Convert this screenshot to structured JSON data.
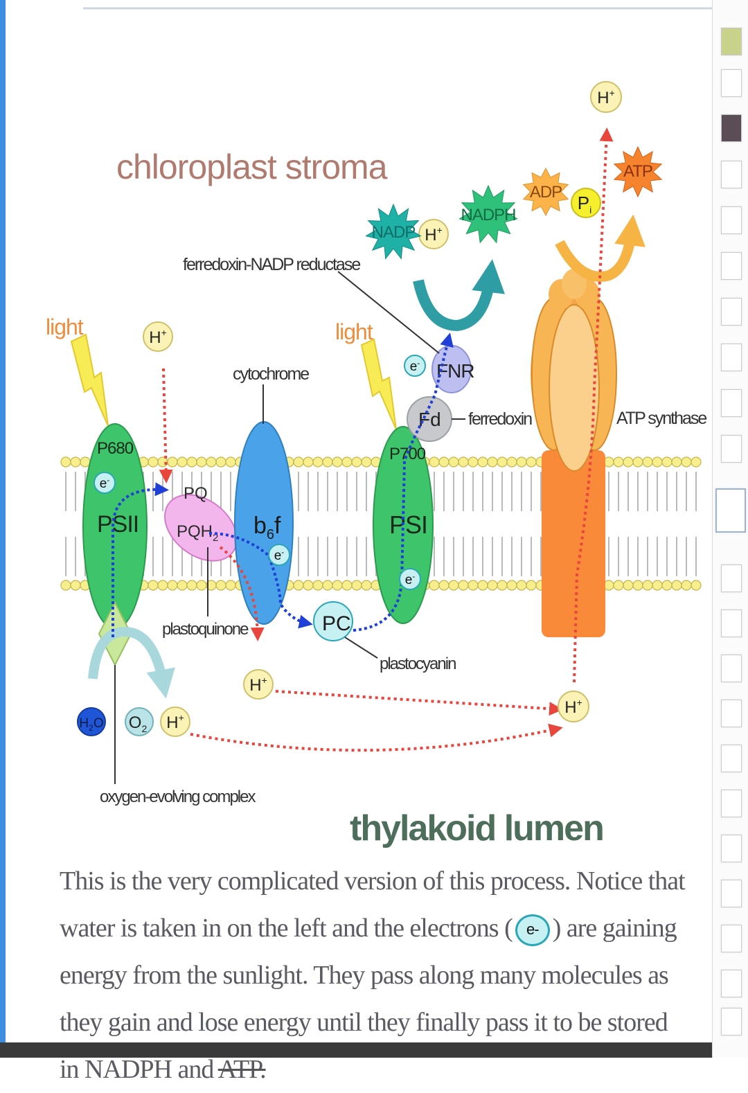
{
  "labels": {
    "stroma": "chloroplast stroma",
    "lumen": "thylakoid lumen",
    "light": "light",
    "fnr_name": "ferredoxin-NADP reductase",
    "cytochrome": "cytochrome",
    "ferredoxin": "ferredoxin",
    "atp_synthase": "ATP synthase",
    "plastoquinone": "plastoquinone",
    "plastocyanin": "plastocyanin",
    "oec": "oxygen-evolving complex",
    "p680": "P680",
    "psii": "PSII",
    "p700": "P700",
    "psi": "PSI",
    "pq": "PQ",
    "pqh2": "PQH",
    "pqh2_sub": "2",
    "b6f": "b",
    "b6f_sub": "6",
    "b6f_tail": "f",
    "fnr": "FNR",
    "fd": "Fd",
    "pc": "PC",
    "electron": "e",
    "electron_sup": "-",
    "proton": "H",
    "proton_sup": "+",
    "water": "H",
    "water_sub": "2",
    "water_tail": "O",
    "oxygen": "O",
    "oxygen_sub": "2",
    "nadp": "NADP",
    "nadph": "NADPH",
    "adp": "ADP",
    "pi": "P",
    "pi_sub": "i",
    "atp": "ATP"
  },
  "narrative": {
    "part1": "This is the very complicated version of this process.  Notice that water is taken in on the left and the electrons  (",
    "pill": "e-",
    "part2": ") are gaining energy from the sunlight.  They pass along many molecules as they gain and lose energy until they finally pass it to be stored in NADPH and ",
    "struck": "ATP."
  },
  "colors": {
    "stroma_title": "#b07a6e",
    "lumen_title": "#4e6e5c",
    "light": "#f08c3a",
    "membrane_head": "#f7ee8e",
    "photosystem": "#3ec46a",
    "cytochrome": "#4aa3e8",
    "plastoquinone": "#f2b6ec",
    "atp_synthase": "#f98a3a",
    "electron_path": "#1f3fd6",
    "proton_path": "#e8453c"
  }
}
